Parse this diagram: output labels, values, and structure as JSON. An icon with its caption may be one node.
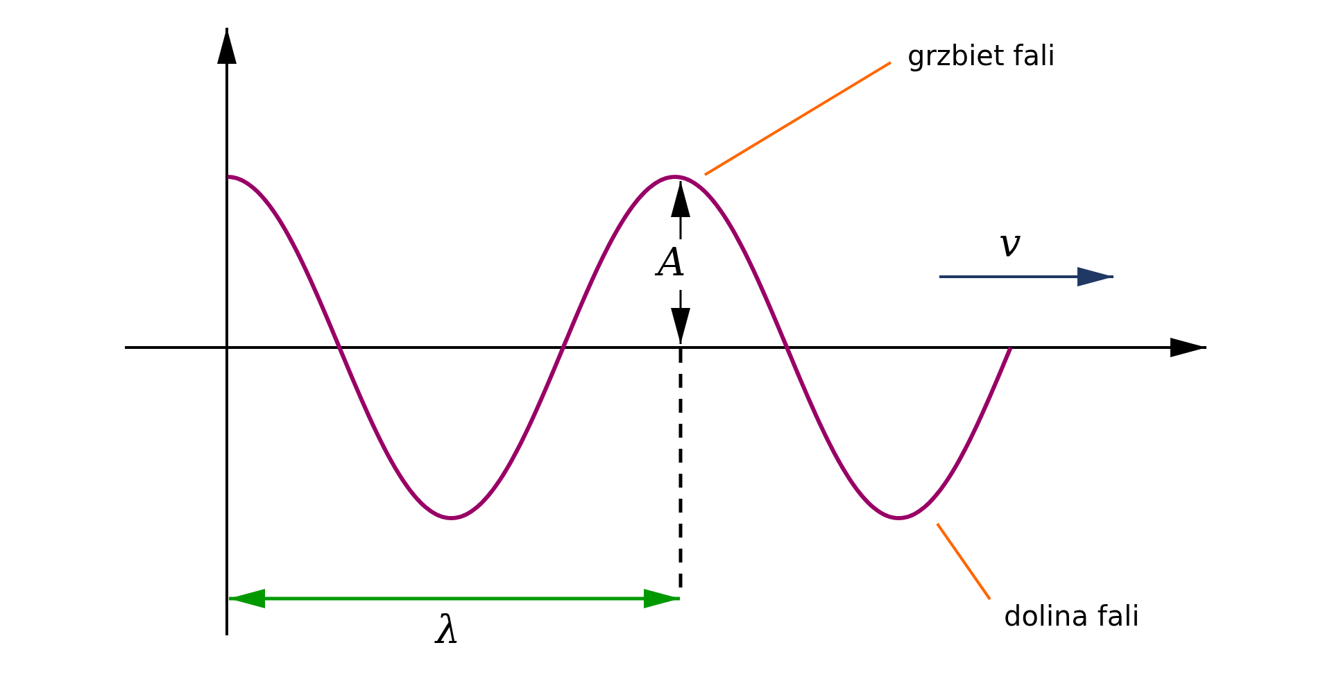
{
  "diagram": {
    "nodes": [
      {
        "text": [
          "grzbiet fali"
        ]
      },
      {
        "text": [
          "dolina fali"
        ]
      }
    ],
    "edges": [
      {
        "from": 0,
        "to": null,
        "arrow": "none"
      },
      {
        "from": 1,
        "to": null,
        "arrow": "none"
      }
    ],
    "labels": [
      "v",
      "A",
      "λ"
    ]
  }
}
